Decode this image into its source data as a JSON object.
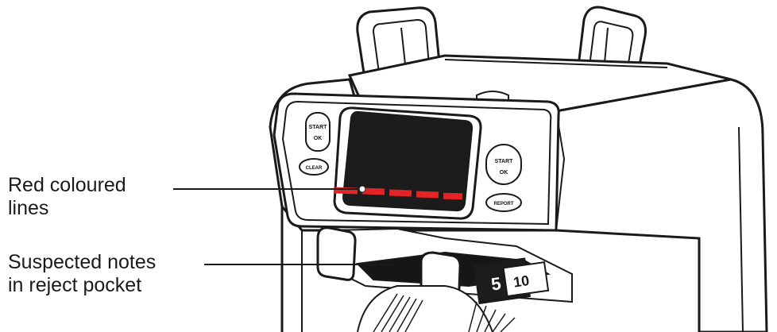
{
  "callouts": {
    "red_lines": {
      "line1": "Red coloured",
      "line2": "lines"
    },
    "reject_pocket": {
      "line1": "Suspected notes",
      "line2": "in reject pocket"
    }
  },
  "buttons": {
    "left_start": "START",
    "left_ok": "OK",
    "clear": "CLEAR",
    "right_start": "START",
    "right_ok": "OK",
    "report": "REPORT"
  },
  "note_denominations": {
    "front": "5",
    "back": "10"
  },
  "colors": {
    "indicator_red": "#e32426",
    "screen": "#1c1c1c",
    "outline": "#1a1a1a"
  }
}
